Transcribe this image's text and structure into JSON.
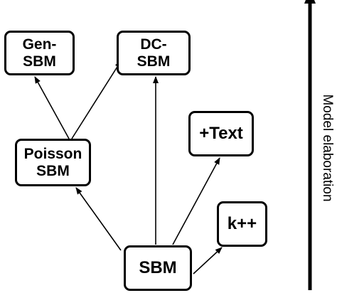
{
  "nodes": {
    "gen_sbm": "Gen-\nSBM",
    "dc_sbm": "DC-\nSBM",
    "poisson_sbm": "Poisson\nSBM",
    "text": "+Text",
    "kpp": "k++",
    "sbm": "SBM"
  },
  "axis": {
    "label": "Model elaboration"
  },
  "edges": [
    {
      "from": "sbm",
      "to": "poisson_sbm"
    },
    {
      "from": "sbm",
      "to": "dc_sbm"
    },
    {
      "from": "sbm",
      "to": "text"
    },
    {
      "from": "sbm",
      "to": "kpp"
    },
    {
      "from": "poisson_sbm",
      "to": "gen_sbm"
    },
    {
      "from": "poisson_sbm",
      "to": "dc_sbm"
    }
  ]
}
